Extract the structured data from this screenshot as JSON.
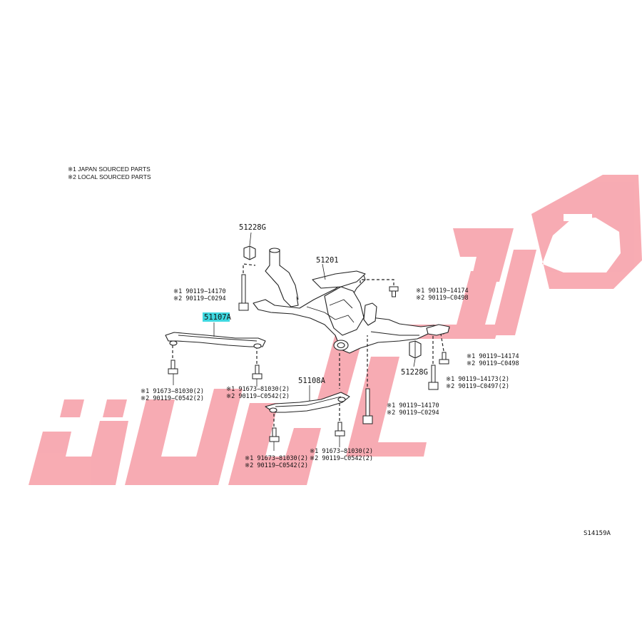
{
  "legend": {
    "line1": "※1 JAPAN SOURCED PARTS",
    "line2": "※2 LOCAL SOURCED PARTS"
  },
  "parts": {
    "p51228g_top": "51228G",
    "p51201": "51201",
    "p51107a": "51107A",
    "p51108a": "51108A",
    "p51228g_right": "51228G"
  },
  "fasteners": {
    "left_bolt_1": "※1 90119−14170",
    "left_bolt_2": "※2 90119−C0294",
    "top_right_1": "※1 90119−14174",
    "top_right_2": "※2 90119−C0498",
    "right_bolt_1": "※1 90119−14174",
    "right_bolt_2": "※2 90119−C0498",
    "right_lower_1": "※1 90119−14173(2)",
    "right_lower_2": "※2 90119−C0497(2)",
    "mid_left_1": "※1 91673−81030(2)",
    "mid_left_2": "※2 90119−C0542(2)",
    "mid_center_1": "※1 91673−81030(2)",
    "mid_center_2": "※2 90119−C0542(2)",
    "long_bolt_1": "※1 90119−14170",
    "long_bolt_2": "※2 90119−C0294",
    "bottom_left_1": "※1 91673−81030(2)",
    "bottom_left_2": "※2 90119−C0542(2)",
    "bottom_center_1": "※1 91673−81030(2)",
    "bottom_center_2": "※2 90119−C0542(2)"
  },
  "diagram_ref": "S14159A",
  "colors": {
    "watermark": "#f7a3ab",
    "highlight": "#3fd8e0",
    "line": "#222222"
  }
}
